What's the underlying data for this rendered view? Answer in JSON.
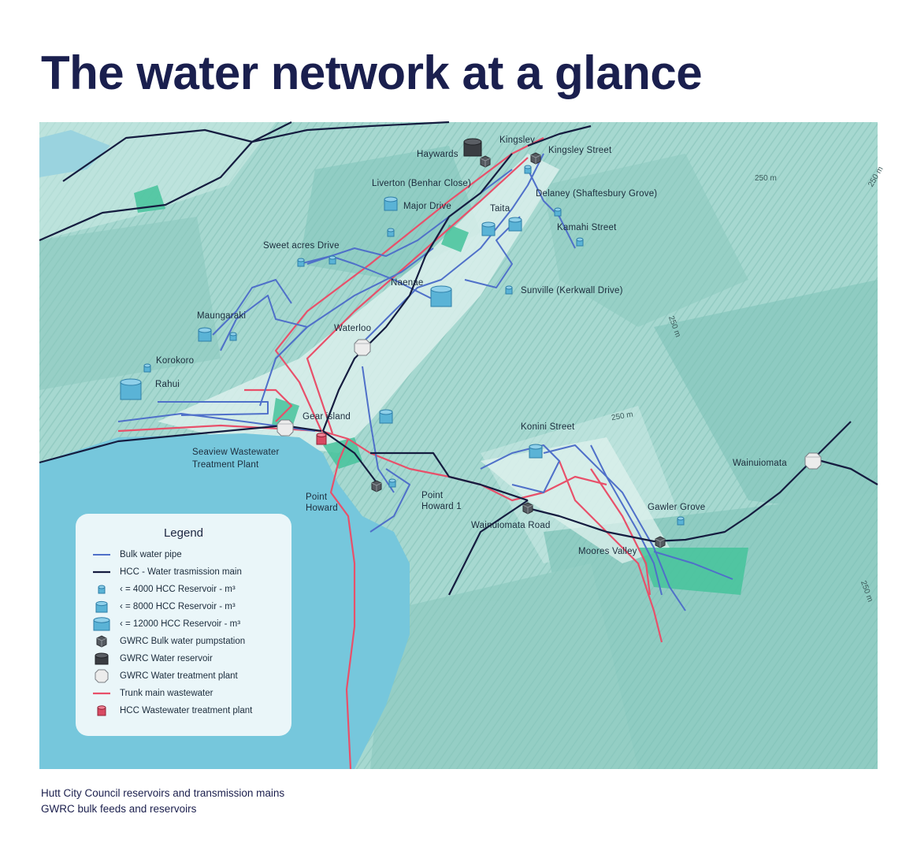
{
  "title": "The water network at a glance",
  "colors": {
    "bulk_water_pipe": "#4f70c9",
    "transmission_main": "#151c3f",
    "trunk_wastewater": "#e8506a",
    "reservoir_hcc": "#5ab3d6",
    "pumpstation": "#555a60",
    "gwrc_reservoir": "#3a3d42",
    "treatment_plant": "#e9e9e9",
    "wastewater_plant": "#d94a63",
    "sea": "#76c7dc",
    "land": "#a9d9d2"
  },
  "places": [
    {
      "id": "haywards",
      "label": "Haywards"
    },
    {
      "id": "kingsley",
      "label": "Kingsley"
    },
    {
      "id": "kingsley-street",
      "label": "Kingsley Street"
    },
    {
      "id": "liverton",
      "label": "Liverton (Benhar Close)"
    },
    {
      "id": "delaney",
      "label": "Delaney (Shaftesbury Grove)"
    },
    {
      "id": "major-drive",
      "label": "Major Drive"
    },
    {
      "id": "taita",
      "label": "Taita"
    },
    {
      "id": "kamahi-street",
      "label": "Kamahi Street"
    },
    {
      "id": "sweet-acres-drive",
      "label": "Sweet acres Drive"
    },
    {
      "id": "naenae",
      "label": "Naenae"
    },
    {
      "id": "sunville",
      "label": "Sunville (Kerkwall Drive)"
    },
    {
      "id": "maungaraki",
      "label": "Maungaraki"
    },
    {
      "id": "waterloo",
      "label": "Waterloo"
    },
    {
      "id": "korokoro",
      "label": "Korokoro"
    },
    {
      "id": "rahui",
      "label": "Rahui"
    },
    {
      "id": "gear-island",
      "label": "Gear island"
    },
    {
      "id": "seaview-1",
      "label": "Seaview Wastewater"
    },
    {
      "id": "seaview-2",
      "label": "Treatment Plant"
    },
    {
      "id": "konini-street",
      "label": "Konini Street"
    },
    {
      "id": "wainuiomata",
      "label": "Wainuiomata"
    },
    {
      "id": "point-howard-a",
      "label": "Point"
    },
    {
      "id": "point-howard-b",
      "label": "Howard"
    },
    {
      "id": "point-howard-1a",
      "label": "Point"
    },
    {
      "id": "point-howard-1b",
      "label": "Howard 1"
    },
    {
      "id": "wainuiomata-road",
      "label": "Wainuiomata Road"
    },
    {
      "id": "gawler-grove",
      "label": "Gawler Grove"
    },
    {
      "id": "moores-valley",
      "label": "Moores Valley"
    }
  ],
  "contours": [
    "250 m",
    "250 m",
    "250 m",
    "250 m",
    "250 m"
  ],
  "legend": {
    "title": "Legend",
    "items": [
      {
        "symbol": "bulk-water-pipe",
        "label": "Bulk water pipe"
      },
      {
        "symbol": "transmission-main",
        "label": "HCC - Water trasmission main"
      },
      {
        "symbol": "reservoir-small",
        "label": "‹ = 4000 HCC Reservoir - m³"
      },
      {
        "symbol": "reservoir-medium",
        "label": "‹ = 8000 HCC Reservoir - m³"
      },
      {
        "symbol": "reservoir-large",
        "label": "‹ = 12000 HCC Reservoir - m³"
      },
      {
        "symbol": "pumpstation",
        "label": "GWRC Bulk water pumpstation"
      },
      {
        "symbol": "gwrc-reservoir",
        "label": "GWRC Water reservoir"
      },
      {
        "symbol": "treatment-plant",
        "label": "GWRC Water treatment plant"
      },
      {
        "symbol": "trunk-wastewater",
        "label": "Trunk main wastewater"
      },
      {
        "symbol": "wastewater-plant",
        "label": "HCC Wastewater treatment plant"
      }
    ]
  },
  "footer": {
    "line1": "Hutt City Council reservoirs and transmission mains",
    "line2": "GWRC bulk feeds and reservoirs"
  }
}
